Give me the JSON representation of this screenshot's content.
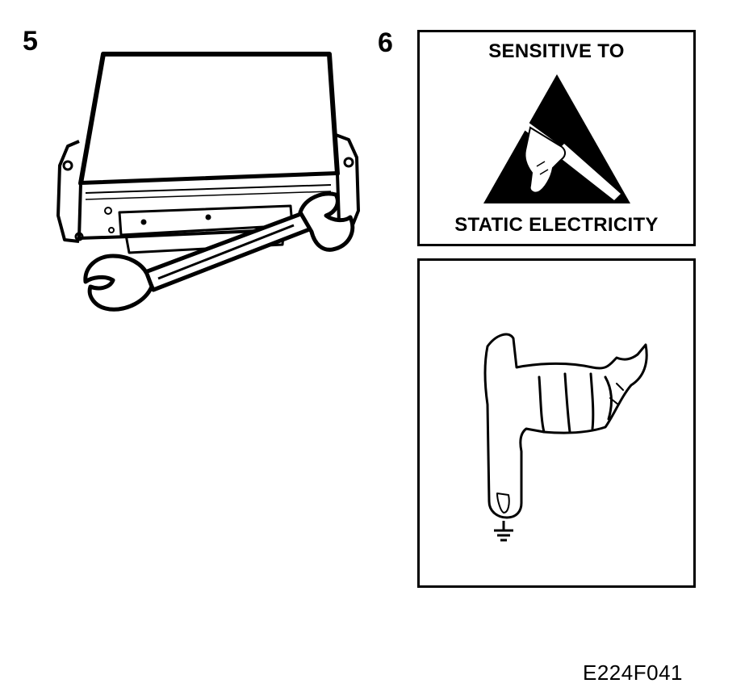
{
  "steps": {
    "step5_label": "5",
    "step6_label": "6"
  },
  "warning_label": {
    "line1": "SENSITIVE TO",
    "line2": "STATIC ELECTRICITY",
    "symbol_icon": "esd-hand-triangle-icon"
  },
  "grounding": {
    "hand_icon": "pointing-hand-icon",
    "ground_icon": "ground-symbol-icon"
  },
  "illustration": {
    "module_icon": "control-module-icon",
    "wrench_icon": "open-end-wrench-icon"
  },
  "figure_code": "E224F041",
  "colors": {
    "ink": "#000000",
    "paper": "#ffffff"
  }
}
